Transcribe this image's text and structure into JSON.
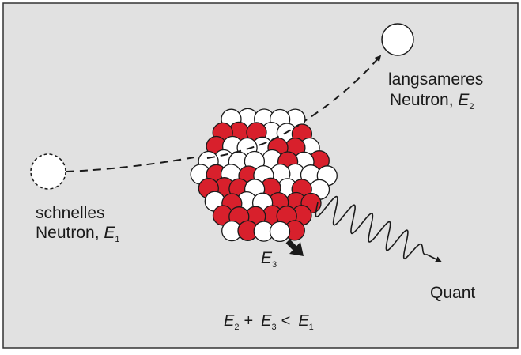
{
  "colors": {
    "background": "#e1e1e1",
    "frame": "#333333",
    "proton_red": "#d8202c",
    "neutron_white": "#ffffff",
    "outline": "#1a1a1a"
  },
  "labels": {
    "slow_neutron": {
      "line1": "langsameres",
      "line2_word": "Neutron,",
      "energy_symbol": "E",
      "energy_index": "2"
    },
    "fast_neutron": {
      "line1": "schnelles",
      "line2_word": "Neutron,",
      "energy_symbol": "E",
      "energy_index": "1"
    },
    "recoil_energy": {
      "symbol": "E",
      "index": "3"
    },
    "quantum": "Quant"
  },
  "equation": {
    "term1_symbol": "E",
    "term1_index": "2",
    "plus": "+",
    "term2_symbol": "E",
    "term2_index": "3",
    "less_than": "<",
    "term3_symbol": "E",
    "term3_index": "1"
  },
  "icons": [
    "incoming-neutron-icon",
    "outgoing-neutron-icon",
    "nucleus-icon",
    "recoil-arrow-icon",
    "gamma-wave-icon"
  ]
}
